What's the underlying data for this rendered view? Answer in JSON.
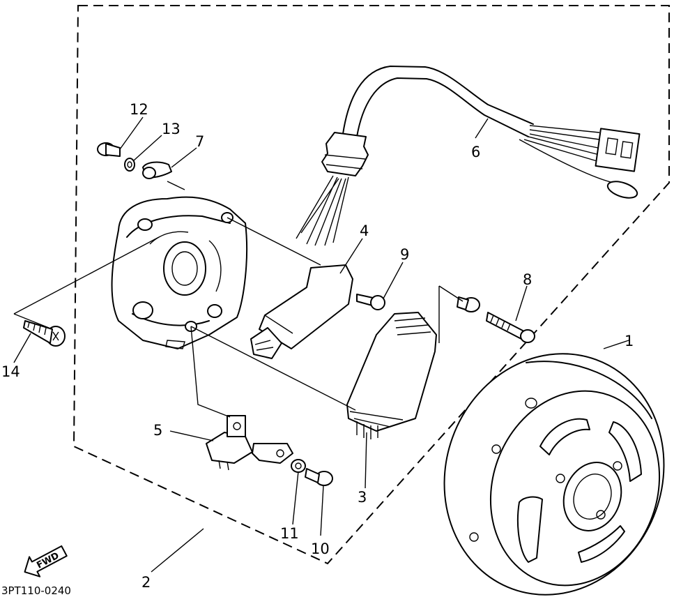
{
  "callouts": {
    "c1": "1",
    "c2": "2",
    "c3": "3",
    "c4": "4",
    "c5": "5",
    "c6": "6",
    "c7": "7",
    "c8": "8",
    "c9": "9",
    "c10": "10",
    "c11": "11",
    "c12": "12",
    "c13": "13",
    "c14": "14"
  },
  "diagram_code": "3PT110-0240",
  "fwd_label": "FWD"
}
